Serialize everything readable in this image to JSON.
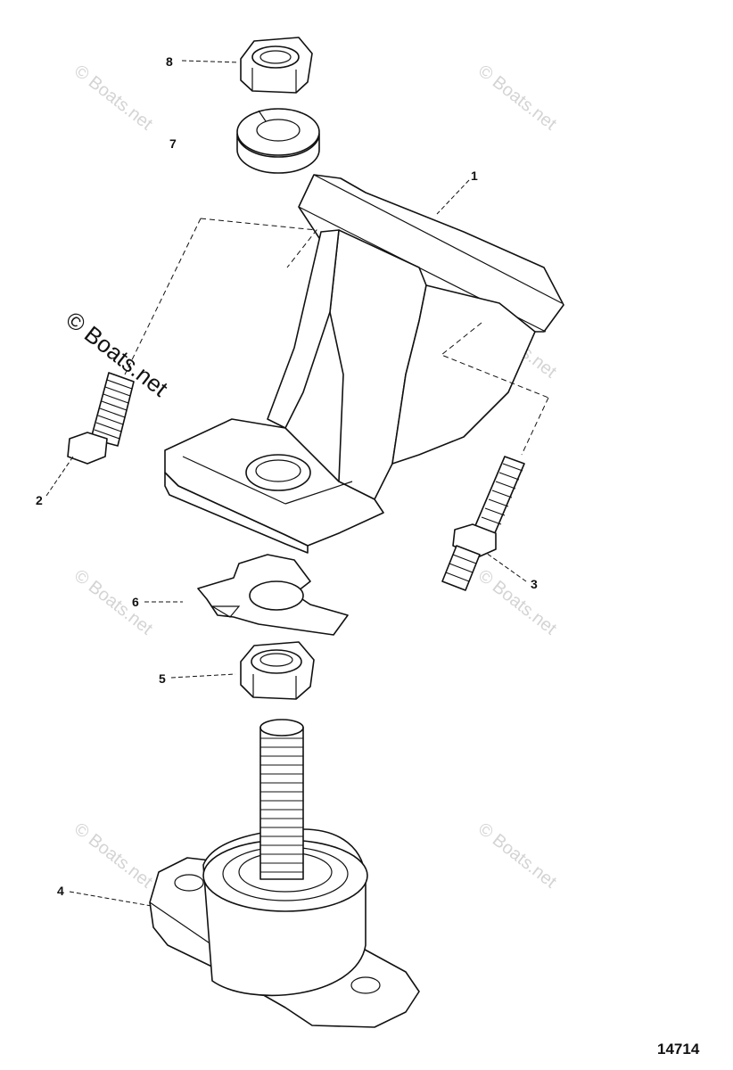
{
  "callouts": {
    "c1": "1",
    "c2": "2",
    "c3": "3",
    "c4": "4",
    "c5": "5",
    "c6": "6",
    "c7": "7",
    "c8": "8"
  },
  "figure_number": "14714",
  "watermark": "© Boats.net"
}
